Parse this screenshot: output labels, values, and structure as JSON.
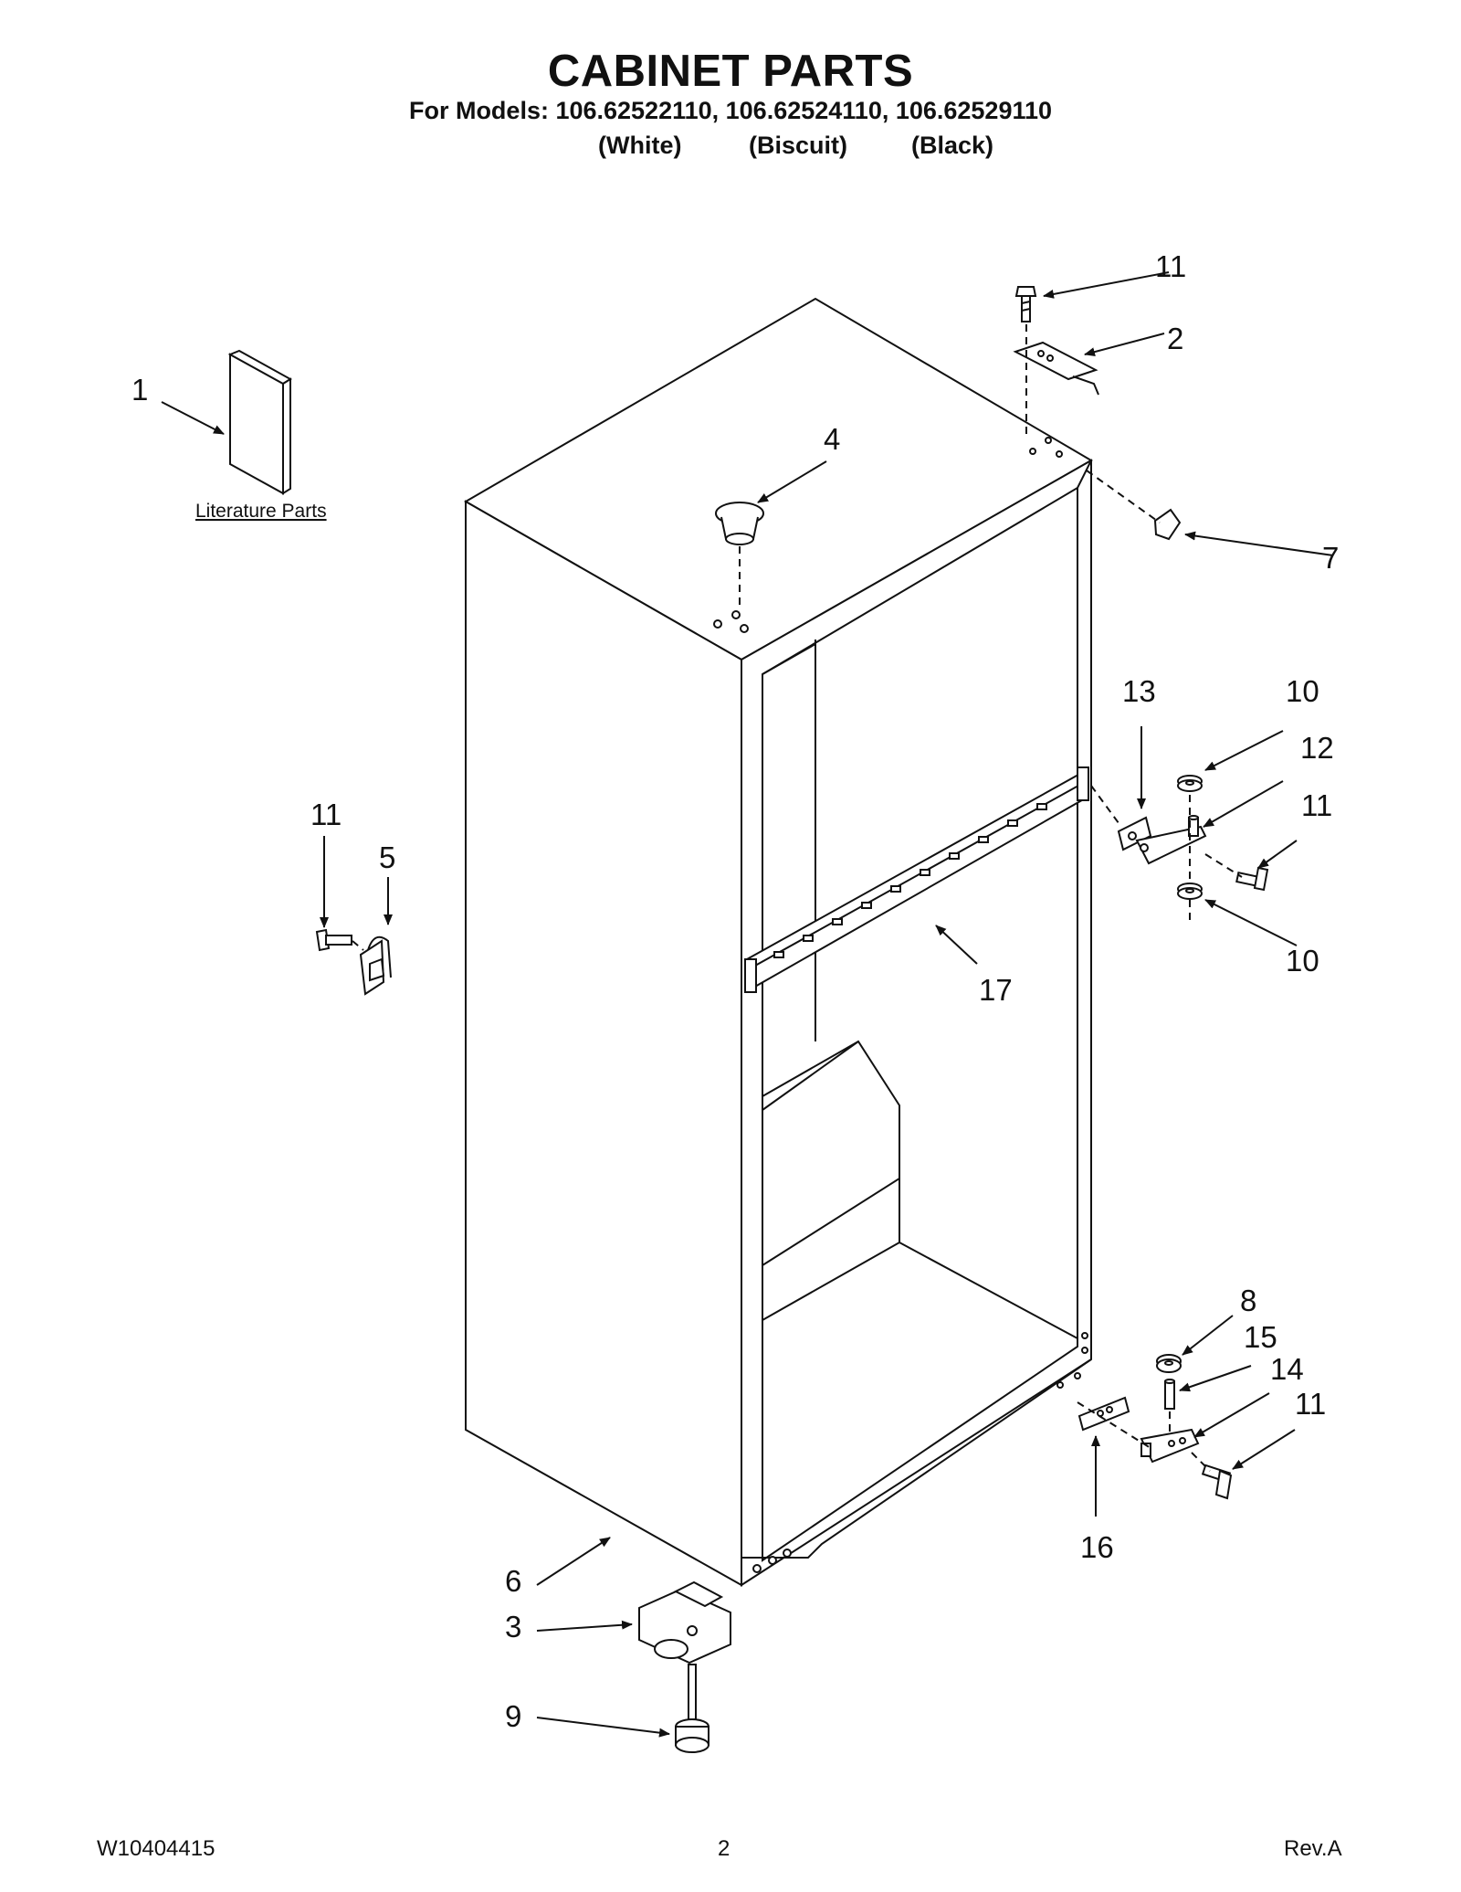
{
  "header": {
    "title": "CABINET PARTS",
    "models_line": "For Models: 106.62522110, 106.62524110, 106.62529110",
    "variants": [
      "(White)",
      "(Biscuit)",
      "(Black)"
    ]
  },
  "literature_label": "Literature Parts",
  "callouts": [
    "1",
    "2",
    "3",
    "4",
    "5",
    "6",
    "7",
    "8",
    "9",
    "10",
    "10",
    "11",
    "11",
    "11",
    "11",
    "12",
    "13",
    "14",
    "15",
    "16",
    "17"
  ],
  "footer": {
    "doc_number": "W10404415",
    "page_number": "2",
    "revision": "Rev.A"
  }
}
